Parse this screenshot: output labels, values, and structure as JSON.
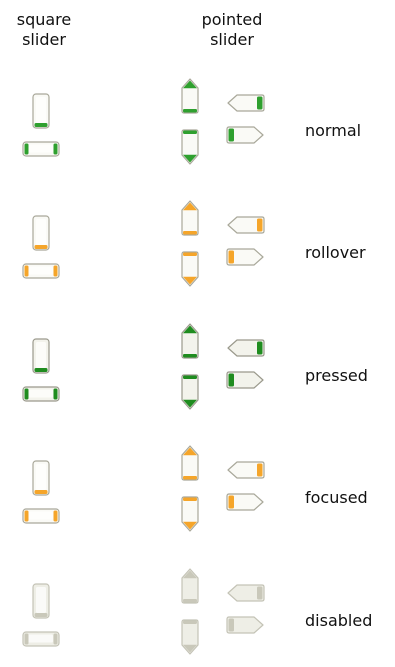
{
  "headers": {
    "square": [
      "square",
      "slider"
    ],
    "pointed": [
      "pointed",
      "slider"
    ]
  },
  "states": [
    {
      "id": "normal",
      "label": "normal",
      "accent": "#2fa02f",
      "fill": "#fafaf6",
      "edge": "#a9a89a"
    },
    {
      "id": "rollover",
      "label": "rollover",
      "accent": "#f5a52a",
      "fill": "#fafaf6",
      "edge": "#a9a89a"
    },
    {
      "id": "pressed",
      "label": "pressed",
      "accent": "#1f8c1f",
      "fill": "#f3f3ec",
      "edge": "#9a998c"
    },
    {
      "id": "focused",
      "label": "focused",
      "accent": "#f5a52a",
      "fill": "#fafaf6",
      "edge": "#a9a89a"
    },
    {
      "id": "disabled",
      "label": "disabled",
      "accent": "#c9c8ba",
      "fill": "#eeeee6",
      "edge": "#c4c3b6"
    }
  ]
}
